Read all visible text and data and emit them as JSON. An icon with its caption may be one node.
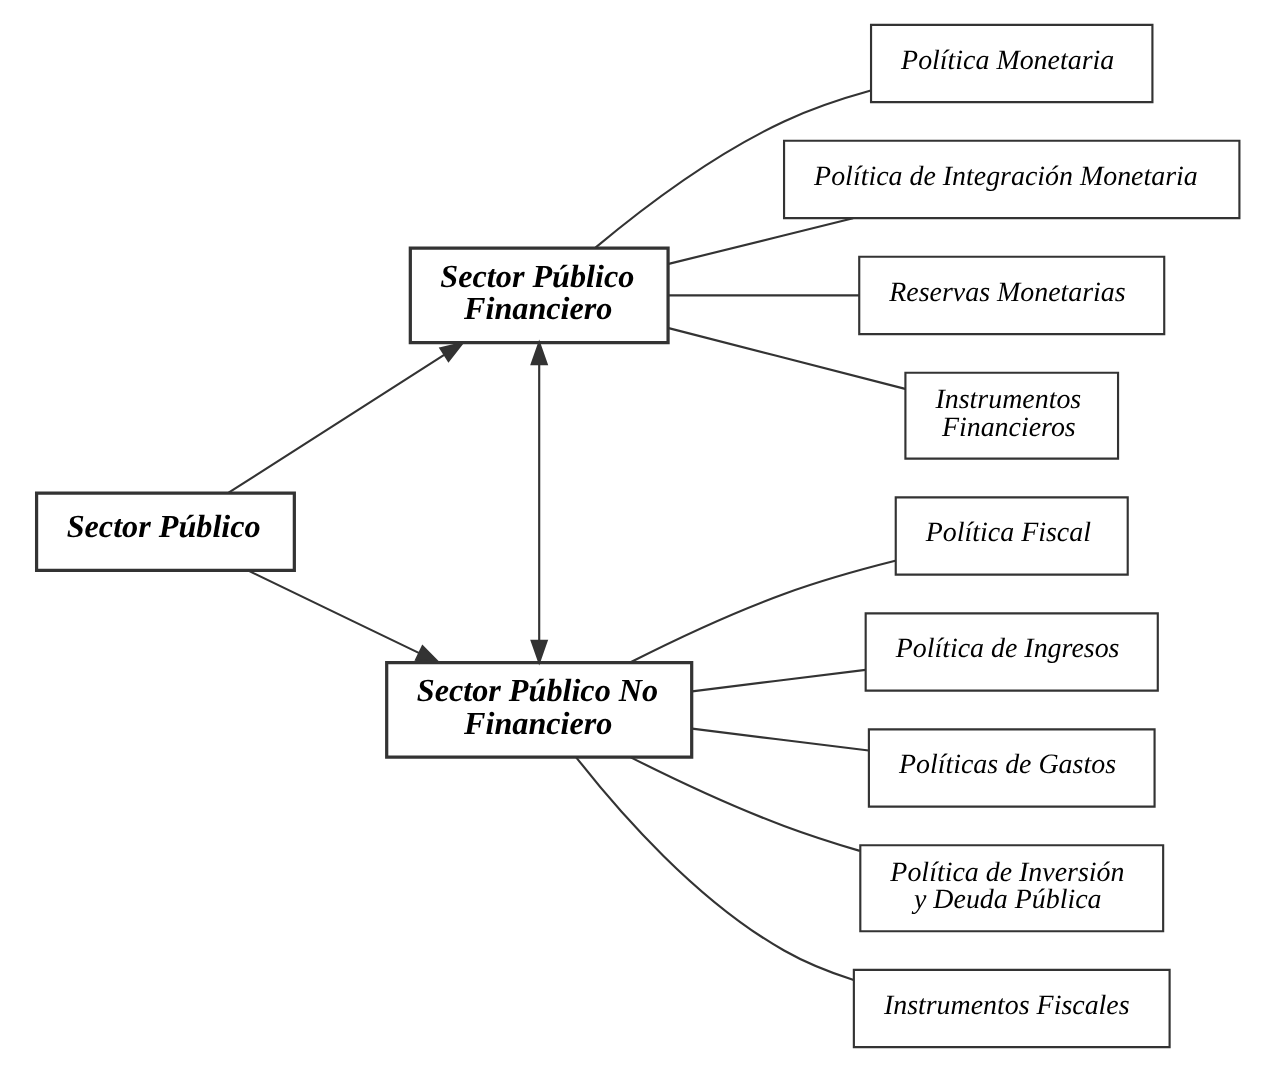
{
  "diagram": {
    "nodes": [
      {
        "text": [
          "Sector Público"
        ]
      },
      {
        "text": [
          "Sector Público Financiero"
        ]
      },
      {
        "text": [
          "Sector Público No Financiero"
        ]
      },
      {
        "text": [
          "Política Monetaria"
        ]
      },
      {
        "text": [
          "Política de Integración Monetaria"
        ]
      },
      {
        "text": [
          "Reservas Monetarias"
        ]
      },
      {
        "text": [
          "Instrumentos Financieros"
        ]
      },
      {
        "text": [
          "Política Fiscal"
        ]
      },
      {
        "text": [
          "Política de Ingresos"
        ]
      },
      {
        "text": [
          "Políticas de Gastos"
        ]
      },
      {
        "text": [
          "Política de Inversión y Deuda Pública"
        ]
      },
      {
        "text": [
          "Instrumentos Fiscales"
        ]
      }
    ],
    "edges": [
      {
        "from": 0,
        "to": 1,
        "arrow": "to"
      },
      {
        "from": 0,
        "to": 2,
        "arrow": "to"
      },
      {
        "from": 1,
        "to": 2,
        "arrow": "both"
      },
      {
        "from": 1,
        "to": 3,
        "arrow": "none"
      },
      {
        "from": 1,
        "to": 4,
        "arrow": "none"
      },
      {
        "from": 1,
        "to": 5,
        "arrow": "none"
      },
      {
        "from": 1,
        "to": 6,
        "arrow": "none"
      },
      {
        "from": 2,
        "to": 7,
        "arrow": "none"
      },
      {
        "from": 2,
        "to": 8,
        "arrow": "none"
      },
      {
        "from": 2,
        "to": 9,
        "arrow": "none"
      },
      {
        "from": 2,
        "to": 10,
        "arrow": "none"
      },
      {
        "from": 2,
        "to": 11,
        "arrow": "none"
      }
    ]
  }
}
